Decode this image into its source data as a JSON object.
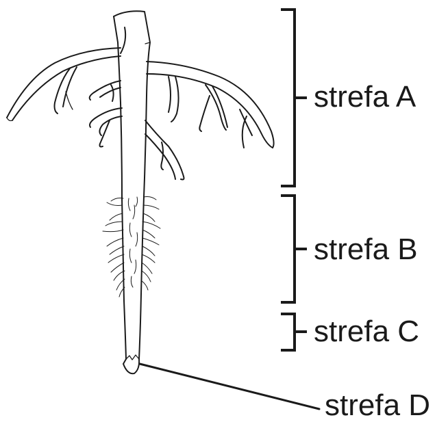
{
  "labels": {
    "zone_a": "strefa A",
    "zone_b": "strefa B",
    "zone_c": "strefa C",
    "zone_d": "strefa D"
  },
  "colors": {
    "ink": "#1a1a1a",
    "background": "#ffffff"
  }
}
